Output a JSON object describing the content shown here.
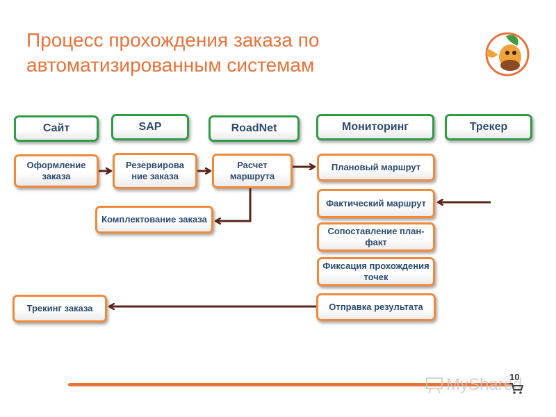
{
  "title": "Процесс прохождения заказа по автоматизированным системам",
  "columns": [
    "Сайт",
    "SAP",
    "RoadNet",
    "Мониторинг",
    "Трекер"
  ],
  "boxes": {
    "order_placement": "Оформление заказа",
    "order_reservation": "Резервирова ние заказа",
    "route_calculation": "Расчет маршрута",
    "order_picking": "Комплектование заказа",
    "planned_route": "Плановый маршрут",
    "actual_route": "Фактический маршрут",
    "plan_fact": "Сопоставление план-факт",
    "points_fixation": "Фиксация прохождения точек",
    "send_result": "Отправка результата",
    "order_tracking": "Трекинг заказа"
  },
  "page_number": "10",
  "watermark": "MyShared",
  "colors": {
    "accent": "#E8733A",
    "header_border": "#2E9B45",
    "box_border": "#F08A3A",
    "arrow": "#5A2418",
    "text": "#2B4A6E"
  }
}
